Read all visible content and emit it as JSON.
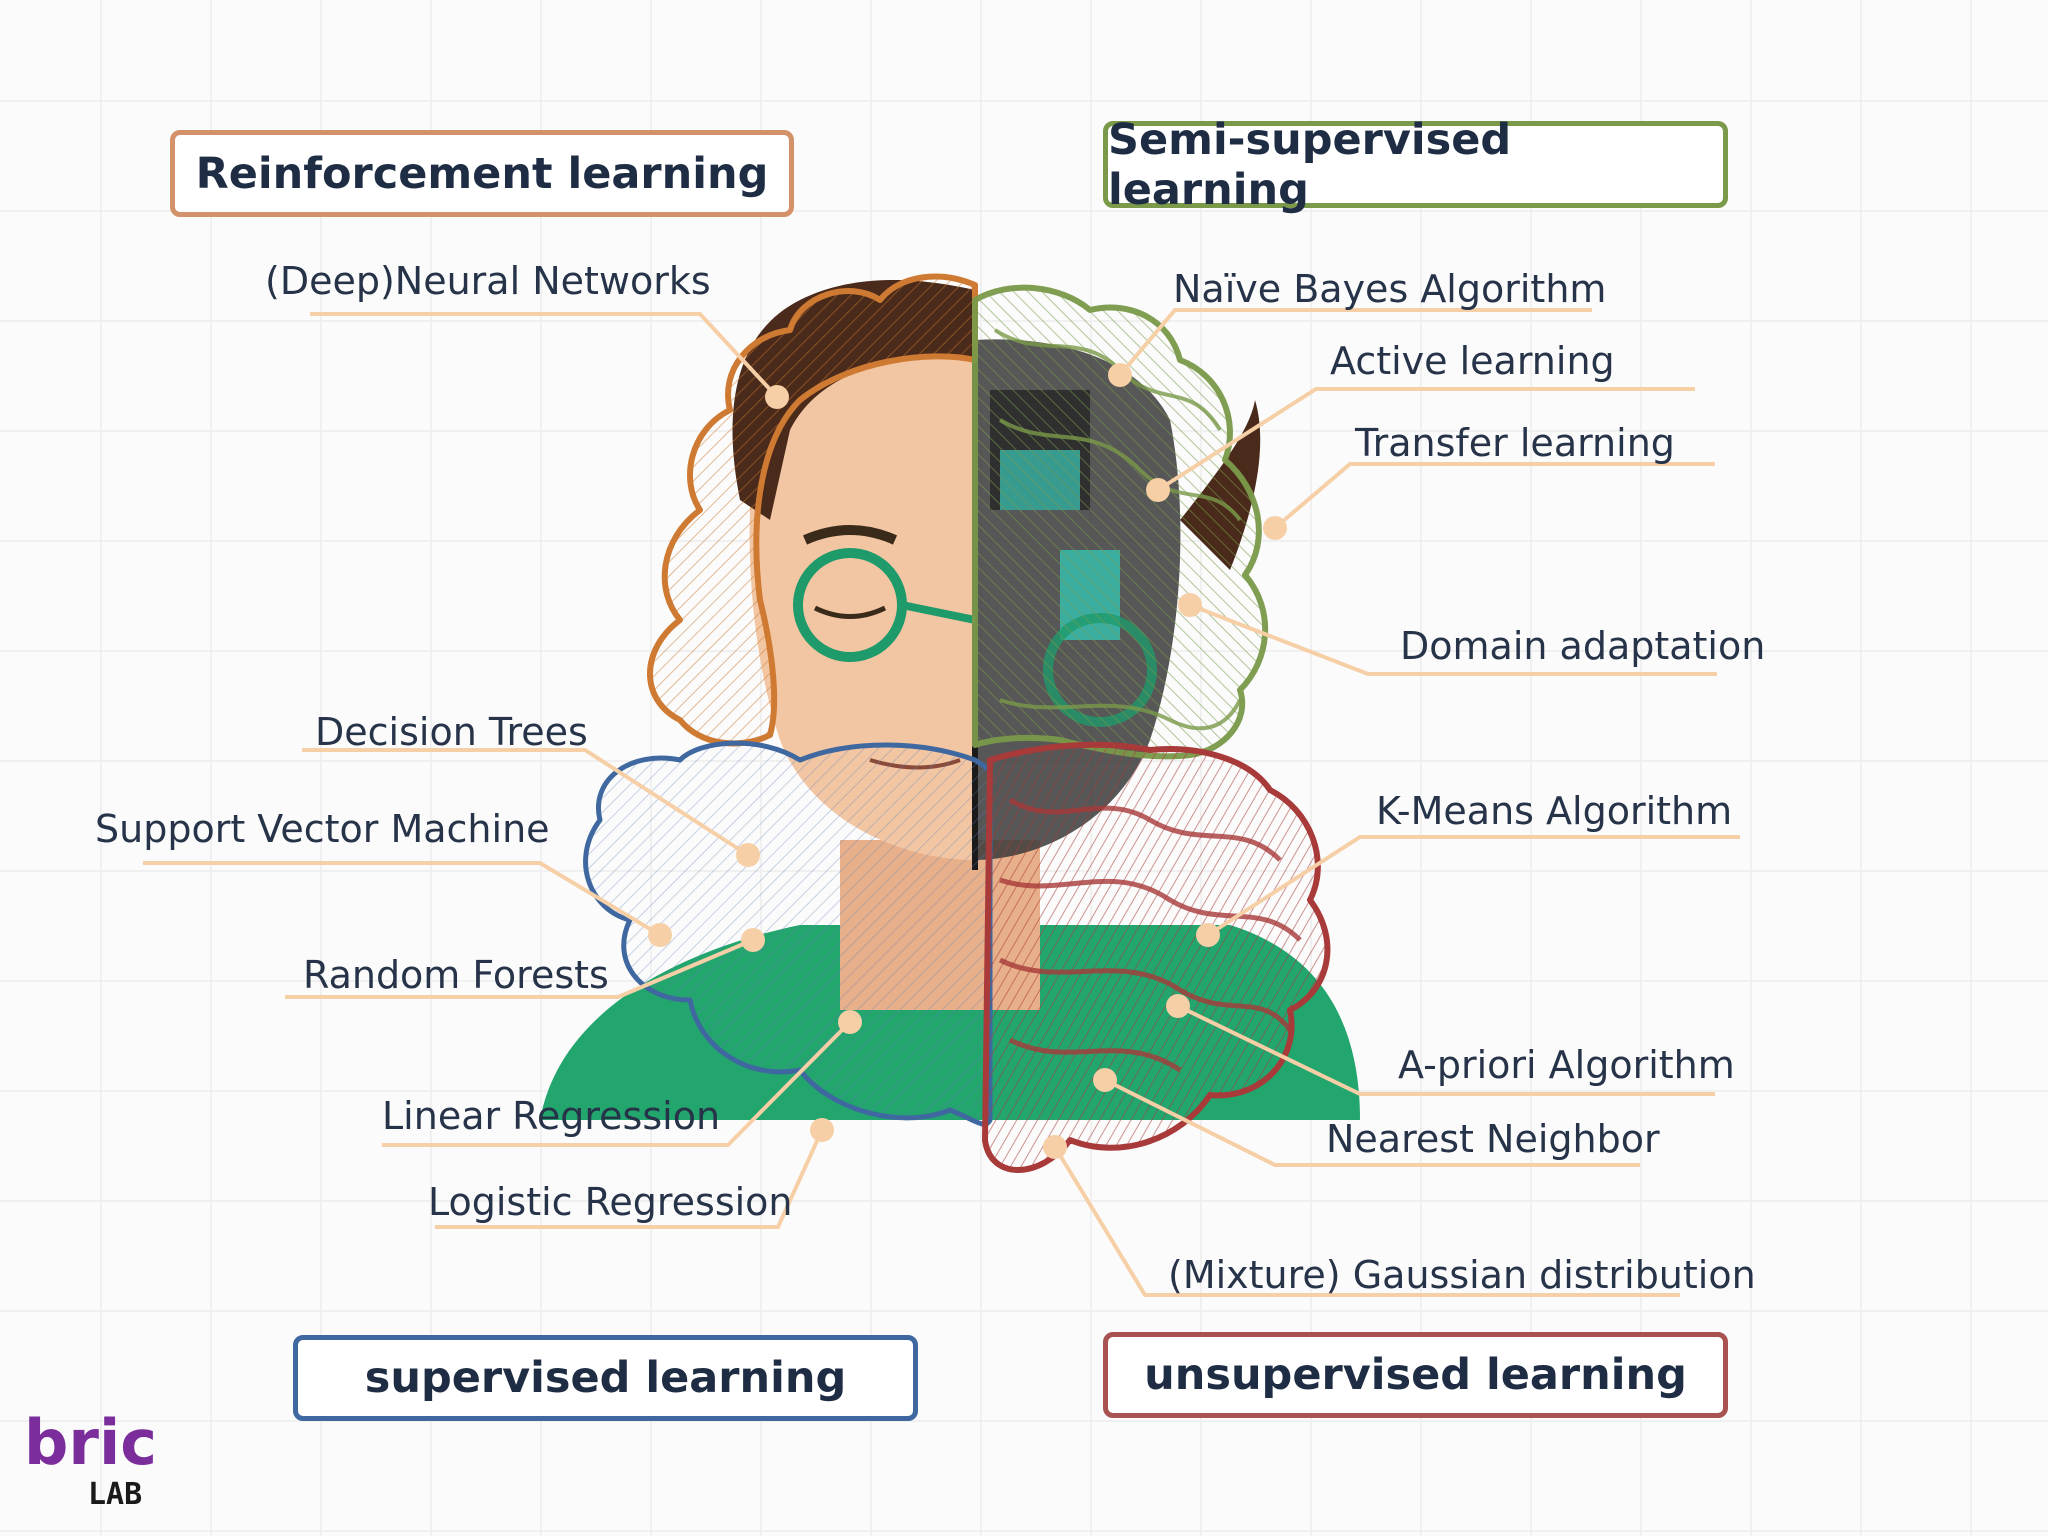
{
  "categories": {
    "reinforcement": "Reinforcement learning",
    "semi_supervised": "Semi-supervised learning",
    "supervised": "supervised learning",
    "unsupervised": "unsupervised learning"
  },
  "algorithms": {
    "left": [
      "(Deep)Neural Networks",
      "Decision Trees",
      "Support Vector Machine",
      "Random Forests",
      "Linear Regression",
      "Logistic Regression"
    ],
    "right": [
      "Naïve Bayes Algorithm",
      "Active learning",
      "Transfer learning",
      "Domain adaptation",
      "K-Means Algorithm",
      "A-priori Algorithm",
      "Nearest Neighbor",
      "(Mixture) Gaussian distribution"
    ]
  },
  "logo": {
    "text_top": "bric",
    "text_bottom": "LAB"
  },
  "colors": {
    "reinforcement": "#d4926a",
    "semi_supervised": "#7a9a4a",
    "supervised": "#3f68a0",
    "unsupervised": "#a85252",
    "leader": "#f6cfa6",
    "logo": "#7b2d9b"
  }
}
